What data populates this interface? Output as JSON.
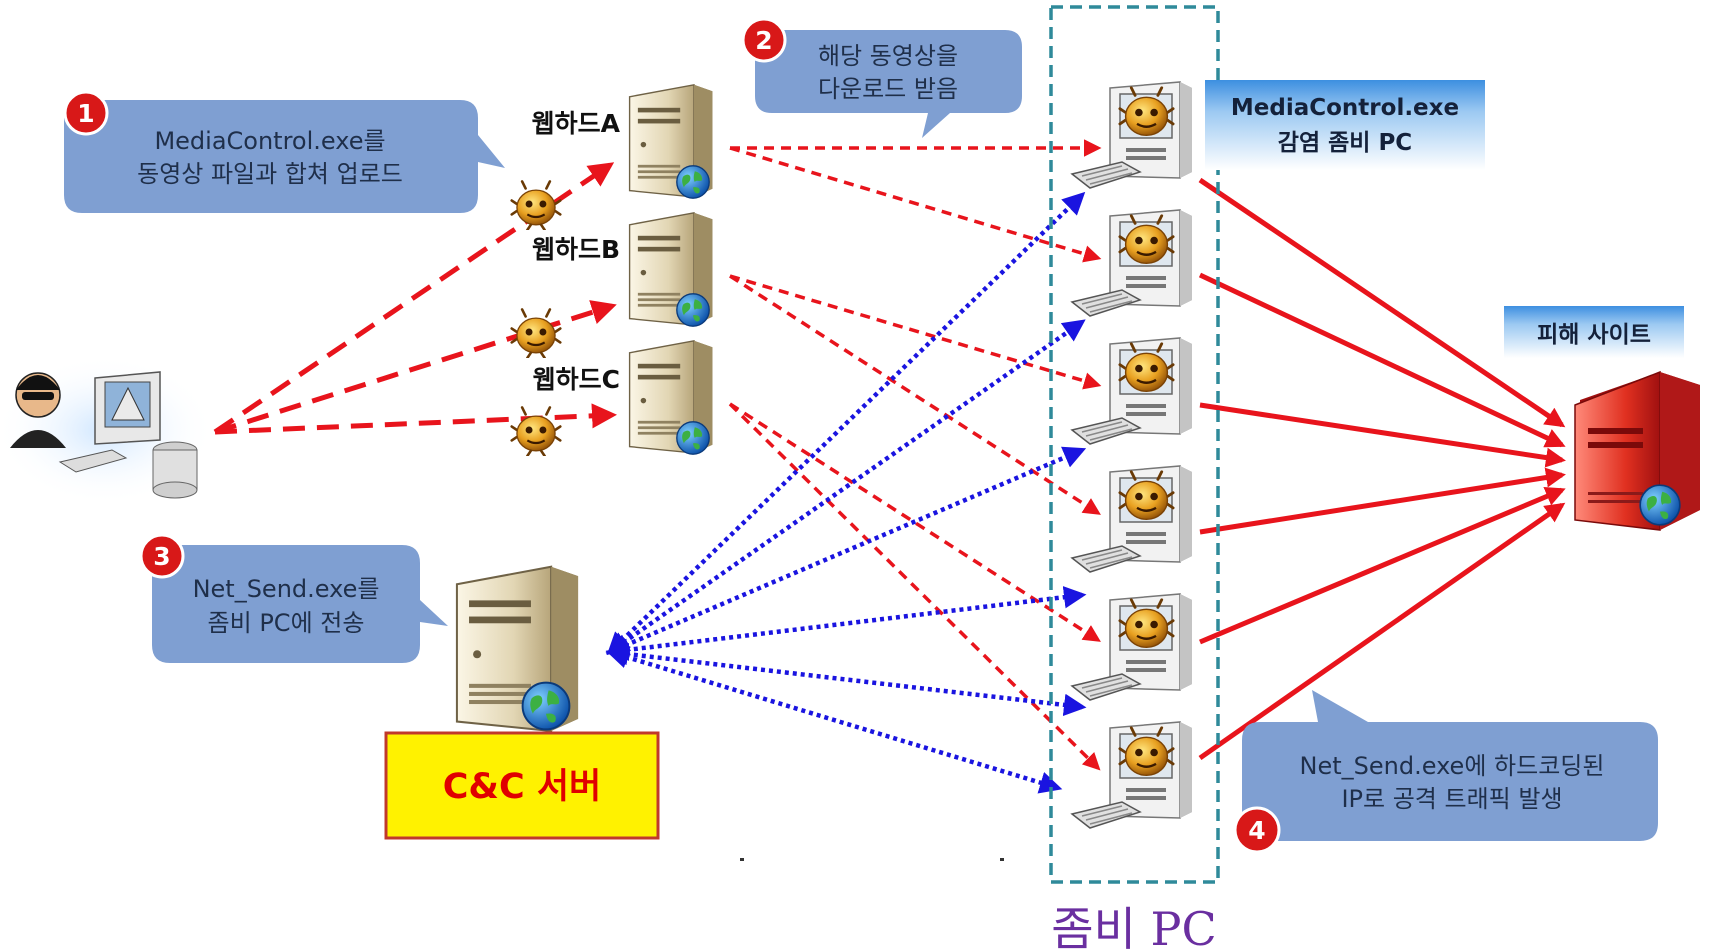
{
  "steps": {
    "s1": {
      "num": "1",
      "lines": [
        "MediaControl.exe를",
        "동영상 파일과 합쳐 업로드"
      ]
    },
    "s2": {
      "num": "2",
      "lines": [
        "해당 동영상을",
        "다운로드 받음"
      ]
    },
    "s3": {
      "num": "3",
      "lines": [
        "Net_Send.exe를",
        "좀비 PC에 전송"
      ]
    },
    "s4": {
      "num": "4",
      "lines": [
        "Net_Send.exe에 하드코딩된",
        "IP로 공격 트래픽 발생"
      ]
    }
  },
  "servers": {
    "a": "웹하드A",
    "b": "웹하드B",
    "c": "웹하드C"
  },
  "infected_banner": {
    "line1": "MediaControl.exe",
    "line2": "감염 좀비 PC"
  },
  "victim_label": "피해 사이트",
  "cc_label": "C&C 서버",
  "zombie_group_label": "좀비 PC",
  "icons": [
    "attacker-icon",
    "server-icon",
    "malware-bug-icon",
    "zombie-pc-icon",
    "globe-icon",
    "victim-server-icon"
  ],
  "colors": {
    "attack_arrow": "#e8141c",
    "cc_arrow": "#1a14e0",
    "callout": "#7f9fd2",
    "badge": "#d81818",
    "cc_box": "#fff200",
    "zombie_label": "#6a2fa0"
  }
}
